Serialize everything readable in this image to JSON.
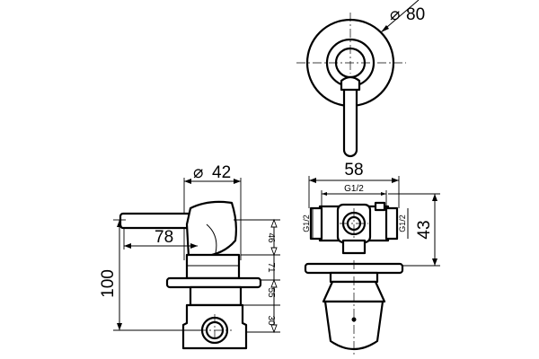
{
  "dimensions": {
    "top_diameter": "80",
    "side_diameter": "42",
    "handle_length": "78",
    "total_height": "100",
    "width_58": "58",
    "thread_top": "G1/2",
    "thread_left": "G1/2",
    "thread_right": "G1/2",
    "height_43": "43",
    "dim_46": "46",
    "dim_71": "71",
    "dim_55": "55",
    "dim_30": "30"
  },
  "symbols": {
    "diameter": "⌀"
  }
}
